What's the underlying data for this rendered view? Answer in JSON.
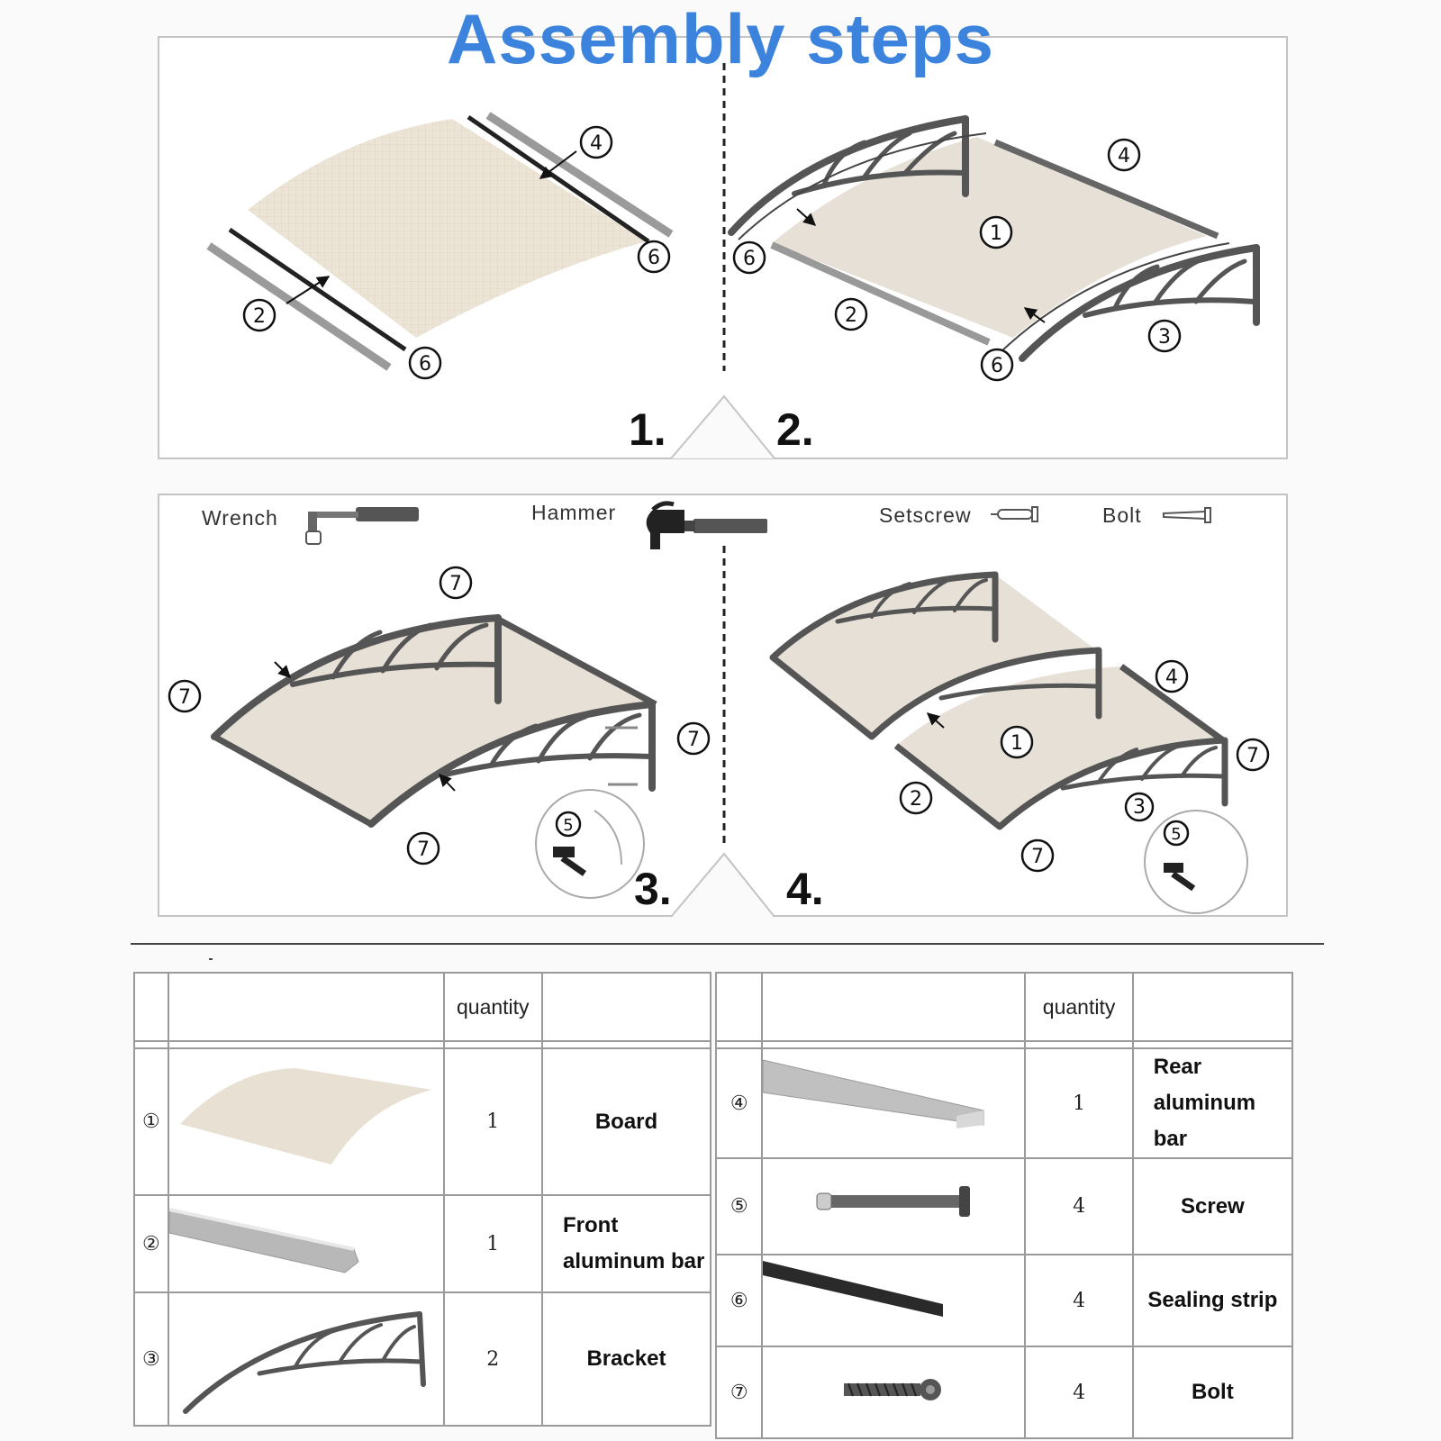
{
  "title": "Assembly steps",
  "steps": [
    "1.",
    "2.",
    "3.",
    "4."
  ],
  "tools": {
    "wrench": "Wrench",
    "hammer": "Hammer",
    "setscrew": "Setscrew",
    "bolt": "Bolt"
  },
  "callouts": {
    "c1": "1",
    "c2": "2",
    "c3": "3",
    "c4": "4",
    "c5": "5",
    "c6": "6",
    "c7": "7"
  },
  "table": {
    "quantity_header": "quantity",
    "left": [
      {
        "num": "①",
        "qty": "1",
        "name": "Board",
        "icon": "board-icon"
      },
      {
        "num": "②",
        "qty": "1",
        "name": "Front aluminum bar",
        "icon": "front-bar-icon"
      },
      {
        "num": "③",
        "qty": "2",
        "name": "Bracket",
        "icon": "bracket-icon"
      }
    ],
    "right": [
      {
        "num": "④",
        "qty": "1",
        "name": "Rear aluminum bar",
        "icon": "rear-bar-icon"
      },
      {
        "num": "⑤",
        "qty": "4",
        "name": "Screw",
        "icon": "screw-icon"
      },
      {
        "num": "⑥",
        "qty": "4",
        "name": "Sealing strip",
        "icon": "sealing-strip-icon"
      },
      {
        "num": "⑦",
        "qty": "4",
        "name": "Bolt",
        "icon": "bolt-icon"
      }
    ]
  },
  "colors": {
    "title": "#3b83dc",
    "board": "#e9e1d3",
    "bracket": "#555555",
    "bar": "#a9a9a9"
  }
}
